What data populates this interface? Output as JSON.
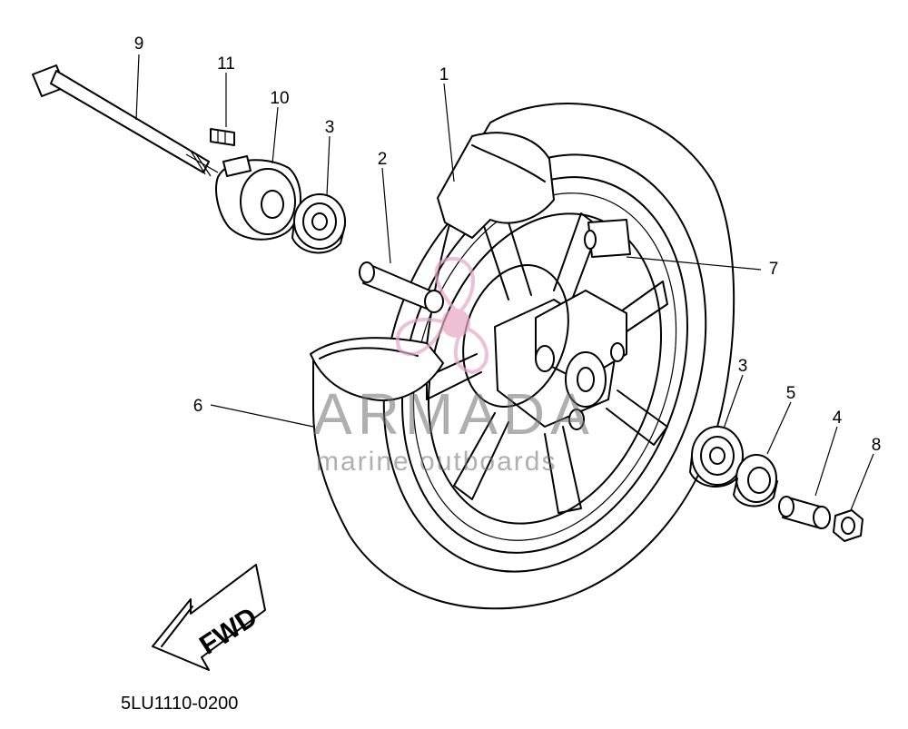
{
  "diagram": {
    "drawing_code": "5LU1110-0200",
    "direction_label": "FWD",
    "watermark": {
      "brand": "ARMADA",
      "tagline": "marine outboards",
      "logo_color": "#e8a6c6"
    },
    "callouts": [
      {
        "id": "c1",
        "label": "1"
      },
      {
        "id": "c2",
        "label": "2"
      },
      {
        "id": "c3a",
        "label": "3"
      },
      {
        "id": "c3b",
        "label": "3"
      },
      {
        "id": "c4",
        "label": "4"
      },
      {
        "id": "c5",
        "label": "5"
      },
      {
        "id": "c6",
        "label": "6"
      },
      {
        "id": "c7",
        "label": "7"
      },
      {
        "id": "c8",
        "label": "8"
      },
      {
        "id": "c9",
        "label": "9"
      },
      {
        "id": "c10",
        "label": "10"
      },
      {
        "id": "c11",
        "label": "11"
      }
    ]
  }
}
